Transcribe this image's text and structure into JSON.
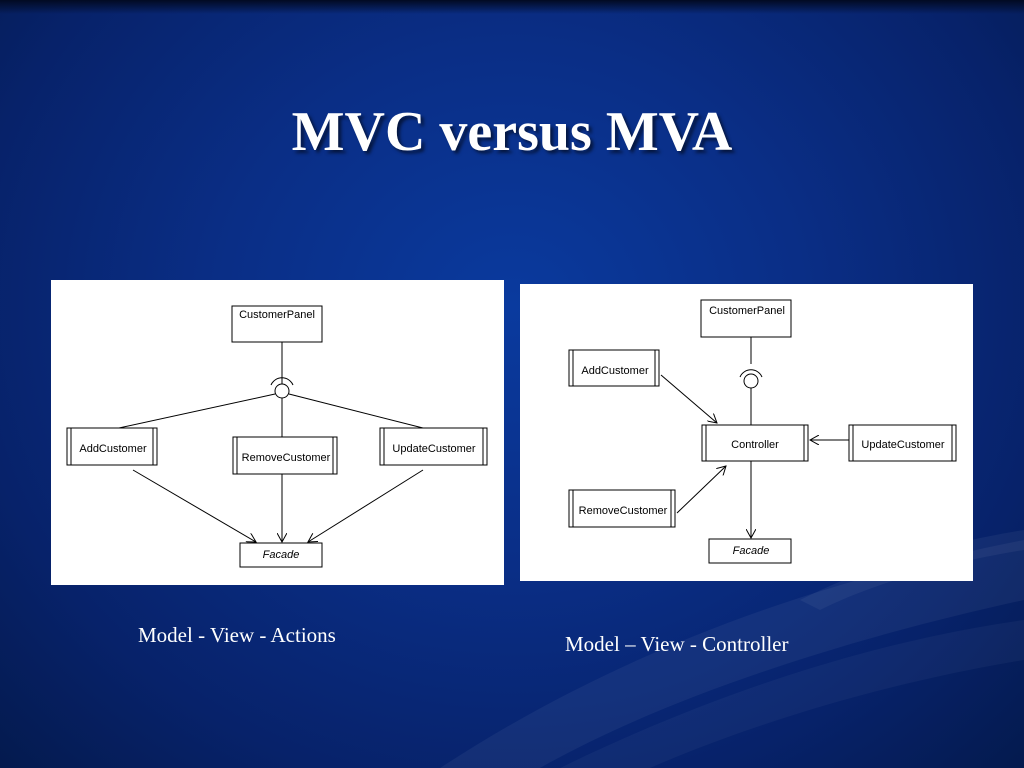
{
  "slide": {
    "title": "MVC versus MVA",
    "colors": {
      "background": "#0a2e86",
      "title": "#ffffff",
      "caption": "#ffffff",
      "panel": "#ffffff"
    }
  },
  "mva_diagram": {
    "nodes": {
      "customer_panel": "CustomerPanel",
      "add_customer": "AddCustomer",
      "remove_customer": "RemoveCustomer",
      "update_customer": "UpdateCustomer",
      "facade": "Facade"
    },
    "caption": "Model - View - Actions"
  },
  "mvc_diagram": {
    "nodes": {
      "customer_panel": "CustomerPanel",
      "add_customer": "AddCustomer",
      "controller": "Controller",
      "update_customer": "UpdateCustomer",
      "remove_customer": "RemoveCustomer",
      "facade": "Facade"
    },
    "caption": "Model – View - Controller"
  }
}
